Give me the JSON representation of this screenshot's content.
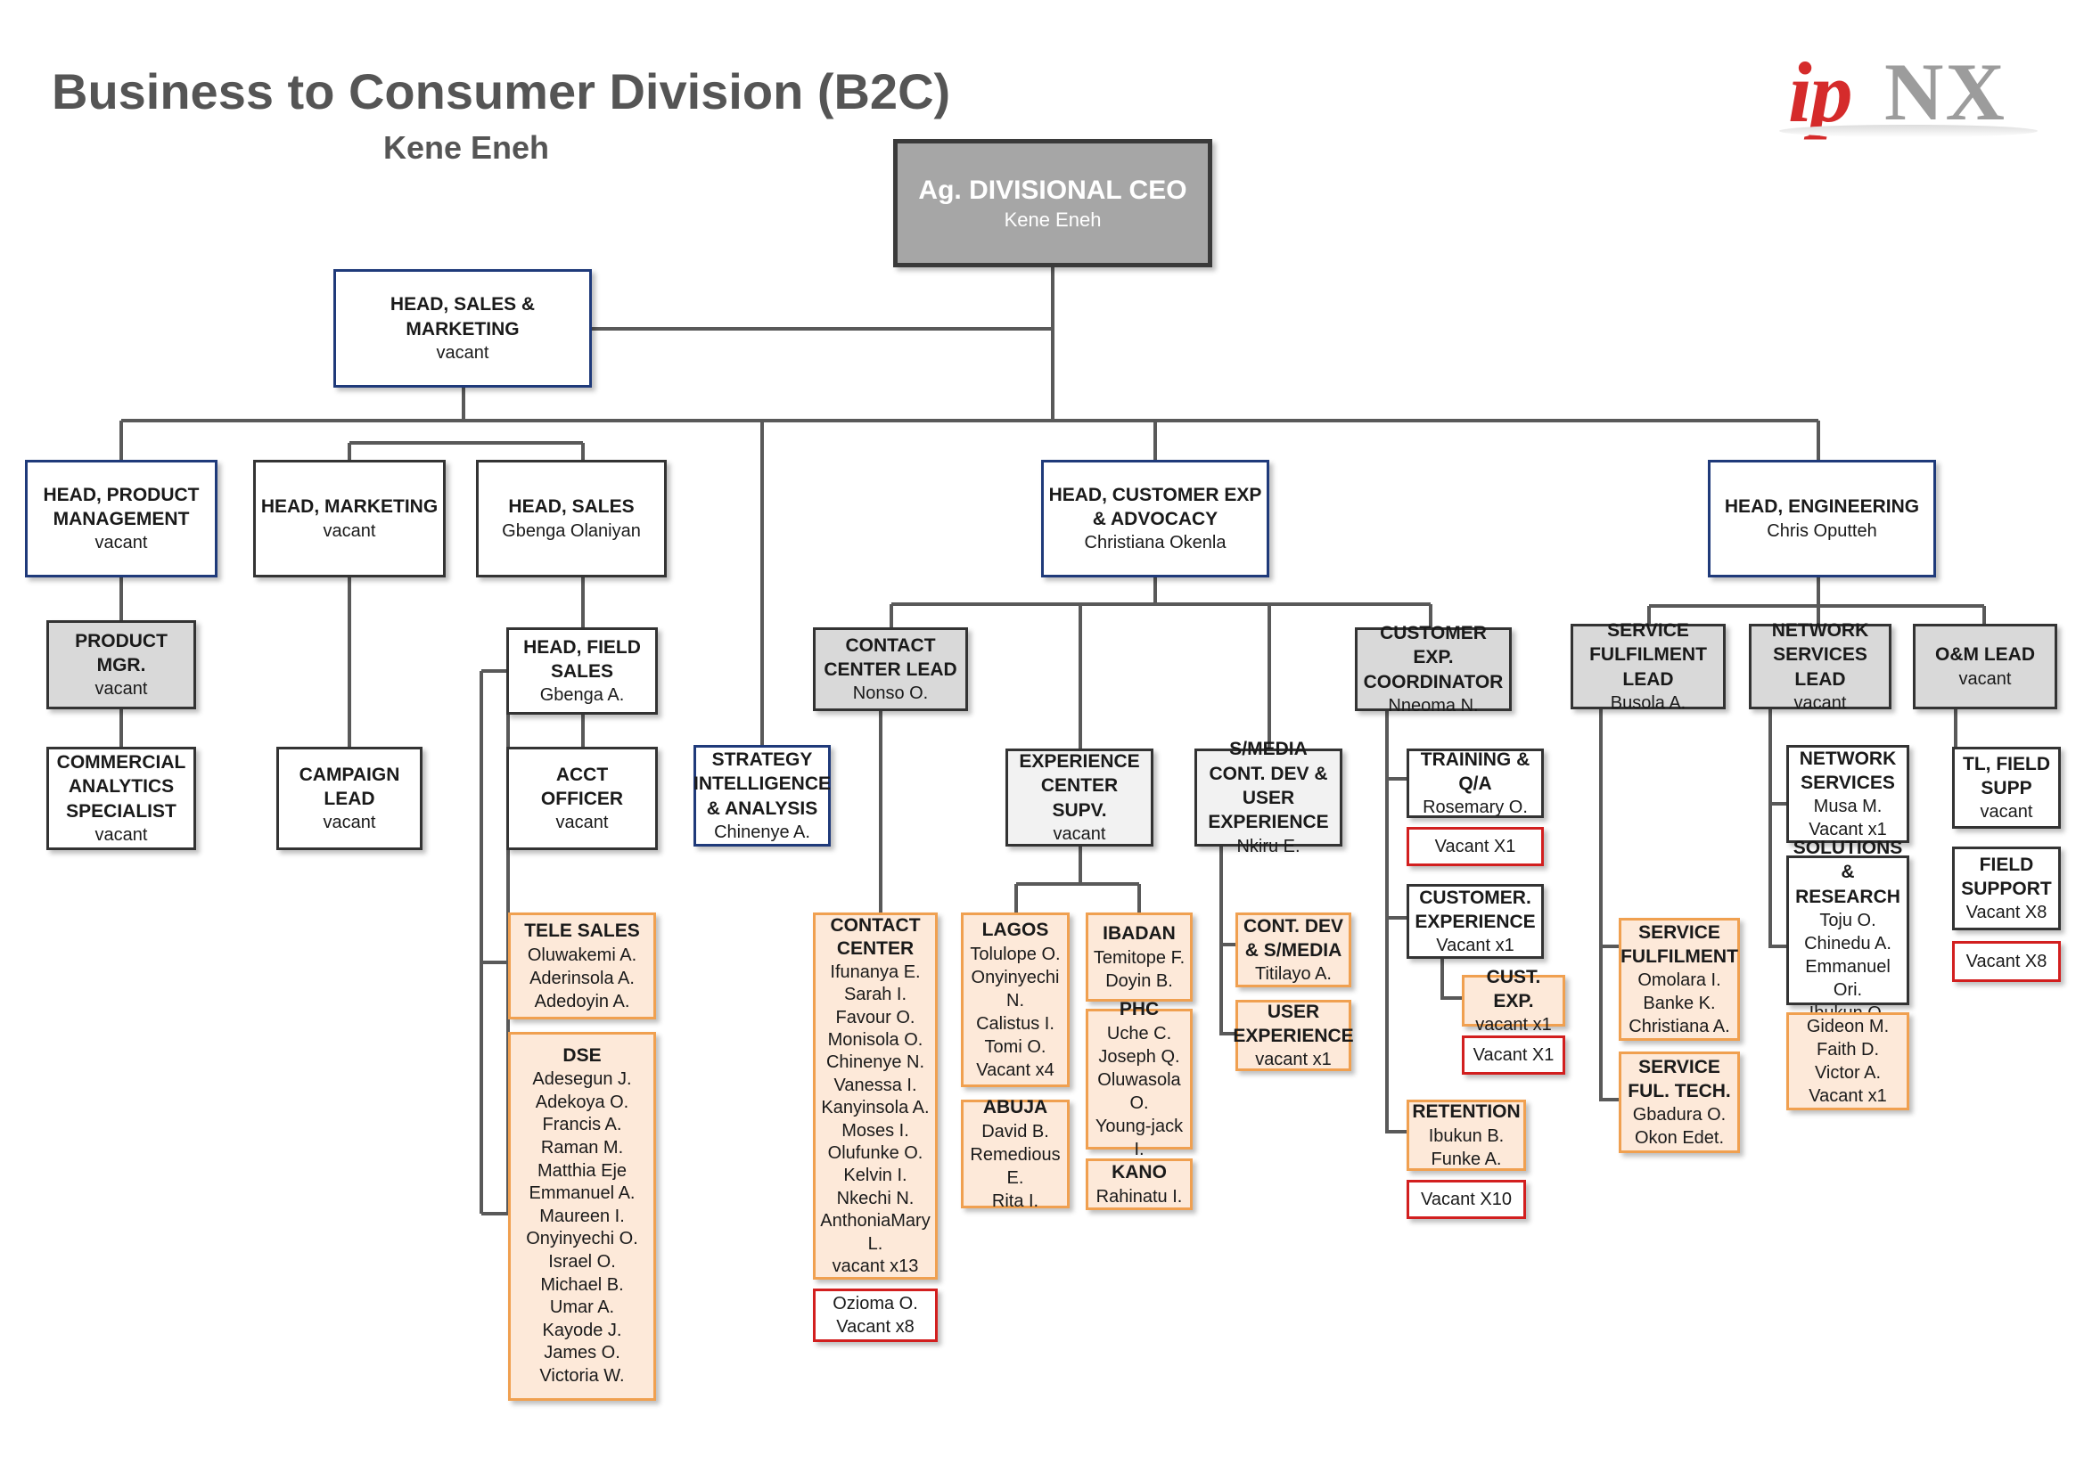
{
  "header": {
    "title": "Business to Consumer Division (B2C)",
    "subtitle": "Kene Eneh",
    "logo_ip": "ip",
    "logo_nx": "NX"
  },
  "colors": {
    "ceo_fill": "#a6a6a6",
    "head_border": "#1f3a7a",
    "grey_fill": "#d9d9d9",
    "team_fill": "#fde9d9",
    "team_border": "#f0a050",
    "vacancy_border": "#d21f1f",
    "logo_red": "#d52b2b",
    "logo_grey": "#9c9c9c",
    "connector": "#595959"
  },
  "nodes": {
    "ceo": {
      "title": "Ag. DIVISIONAL CEO",
      "name": "Kene Eneh"
    },
    "head_sales_marketing": {
      "title": "HEAD, SALES & MARKETING",
      "name": "vacant"
    },
    "head_product": {
      "title": "HEAD, PRODUCT MANAGEMENT",
      "name": "vacant"
    },
    "head_marketing": {
      "title": "HEAD, MARKETING",
      "name": "vacant"
    },
    "head_sales": {
      "title": "HEAD, SALES",
      "name": "Gbenga Olaniyan"
    },
    "head_cx": {
      "title": "HEAD, CUSTOMER EXP & ADVOCACY",
      "name": "Christiana Okenla"
    },
    "head_engineering": {
      "title": "HEAD, ENGINEERING",
      "name": "Chris Oputteh"
    },
    "product_mgr": {
      "title": "PRODUCT MGR.",
      "name": "vacant"
    },
    "commercial_analytics": {
      "title": "COMMERCIAL ANALYTICS SPECIALIST",
      "name": "vacant"
    },
    "campaign_lead": {
      "title": "CAMPAIGN LEAD",
      "name": "vacant"
    },
    "head_field_sales": {
      "title": "HEAD, FIELD SALES",
      "name": "Gbenga A."
    },
    "acct_officer": {
      "title": "ACCT OFFICER",
      "name": "vacant"
    },
    "strategy": {
      "title": "STRATEGY INTELLIGENCE & ANALYSIS",
      "name": "Chinenye A."
    },
    "contact_center_lead": {
      "title": "CONTACT CENTER LEAD",
      "name": "Nonso O."
    },
    "exp_center_supv": {
      "title": "EXPERIENCE CENTER SUPV.",
      "name": "vacant"
    },
    "smedia": {
      "title": "S/MEDIA CONT. DEV & USER EXPERIENCE",
      "name": "Nkiru E."
    },
    "cx_coordinator": {
      "title": "CUSTOMER EXP. COORDINATOR",
      "name": "Nneoma N."
    },
    "service_fulfilment_lead": {
      "title": "SERVICE FULFILMENT LEAD",
      "name": "Busola A."
    },
    "network_services_lead": {
      "title": "NETWORK SERVICES LEAD",
      "name": "vacant"
    },
    "om_lead": {
      "title": "O&M LEAD",
      "name": "vacant"
    },
    "tele_sales": {
      "title": "TELE SALES",
      "people": [
        "Oluwakemi A.",
        "Aderinsola A.",
        "Adedoyin A."
      ]
    },
    "dse": {
      "title": "DSE",
      "people": [
        "Adesegun J.",
        "Adekoya O.",
        "Francis A.",
        "Raman M.",
        "Matthia Eje",
        "Emmanuel A.",
        "Maureen I.",
        "Onyinyechi O.",
        "Israel O.",
        "Michael B.",
        "Umar A.",
        "Kayode J.",
        "James O.",
        "Victoria W."
      ]
    },
    "contact_center": {
      "title": "CONTACT CENTER",
      "people": [
        "Ifunanya E.",
        "Sarah I.",
        "Favour O.",
        "Monisola O.",
        "Chinenye N.",
        "Vanessa I.",
        "Kanyinsola A.",
        "Moses I.",
        "Olufunke O.",
        "Kelvin I.",
        "Nkechi N.",
        "AnthoniaMary L.",
        "vacant x13"
      ]
    },
    "contact_center_vacant": {
      "lines": [
        "Ozioma O.",
        "Vacant x8"
      ]
    },
    "lagos": {
      "title": "LAGOS",
      "people": [
        "Tolulope O.",
        "Onyinyechi N.",
        "Calistus I.",
        "Tomi O.",
        "Vacant x4"
      ]
    },
    "ibadan": {
      "title": "IBADAN",
      "people": [
        "Temitope F.",
        "Doyin B."
      ]
    },
    "abuja": {
      "title": "ABUJA",
      "people": [
        "David B.",
        "Remedious E.",
        "Rita I."
      ]
    },
    "phc": {
      "title": "PHC",
      "people": [
        "Uche C.",
        "Joseph Q.",
        "Oluwasola O.",
        "Young-jack I."
      ]
    },
    "kano": {
      "title": "KANO",
      "people": [
        "Rahinatu I."
      ]
    },
    "cont_dev_smedia": {
      "title": "CONT. DEV & S/MEDIA",
      "people": [
        "Titilayo A."
      ]
    },
    "user_experience": {
      "title": "USER EXPERIENCE",
      "people": [
        "vacant x1"
      ]
    },
    "training_qa": {
      "title": "TRAINING & Q/A",
      "name": "Rosemary O."
    },
    "training_vacant": {
      "lines": [
        "Vacant X1"
      ]
    },
    "customer_experience": {
      "title": "CUSTOMER. EXPERIENCE",
      "name": "Vacant x1"
    },
    "cust_exp": {
      "title": "CUST. EXP.",
      "people": [
        "vacant x1"
      ]
    },
    "cust_exp_vacant": {
      "lines": [
        "Vacant X1"
      ]
    },
    "retention": {
      "title": "RETENTION",
      "people": [
        "Ibukun B.",
        "Funke A."
      ]
    },
    "retention_vacant": {
      "lines": [
        "Vacant X10"
      ]
    },
    "service_fulfilment": {
      "title": "SERVICE FULFILMENT",
      "people": [
        "Omolara I.",
        "Banke K.",
        "Christiana A."
      ]
    },
    "service_ful_tech": {
      "title": "SERVICE FUL. TECH.",
      "people": [
        "Gbadura O.",
        "Okon Edet."
      ]
    },
    "network_services": {
      "title": "NETWORK SERVICES",
      "people": [
        "Musa M.",
        "Vacant x1"
      ]
    },
    "solutions_research": {
      "title": "SOLUTIONS & RESEARCH",
      "people": [
        "Toju O.",
        "Chinedu A.",
        "Emmanuel Ori.",
        "Ibukun O."
      ]
    },
    "solutions_team": {
      "people": [
        "Gideon M.",
        "Faith D.",
        "Victor A.",
        "Vacant x1"
      ]
    },
    "tl_field_supp": {
      "title": "TL, FIELD SUPP",
      "name": "vacant"
    },
    "field_support": {
      "title": "FIELD SUPPORT",
      "name": "Vacant X8"
    },
    "field_support_vacant": {
      "lines": [
        "Vacant X8"
      ]
    }
  }
}
